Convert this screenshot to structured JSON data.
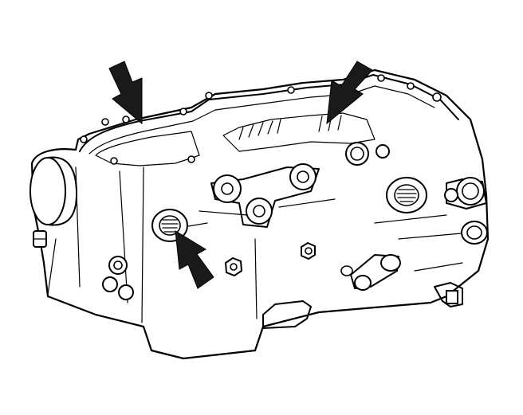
{
  "figure": {
    "subject": "transmission-case-line-drawing",
    "colors": {
      "line": "#000000",
      "background": "#ffffff",
      "arrow": "#1a1a1a"
    },
    "callouts": [
      {
        "id": "arrow-top-left",
        "direction": "down"
      },
      {
        "id": "arrow-top-right",
        "direction": "down-left"
      },
      {
        "id": "arrow-center",
        "direction": "up-left"
      }
    ]
  }
}
